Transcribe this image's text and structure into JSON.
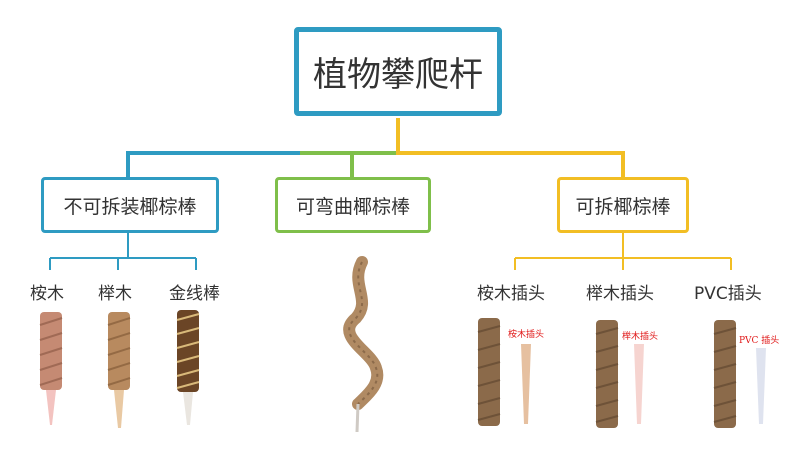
{
  "root": {
    "label": "植物攀爬杆"
  },
  "categories": [
    {
      "label": "不可拆装椰棕棒"
    },
    {
      "label": "可弯曲椰棕棒"
    },
    {
      "label": "可拆椰棕棒"
    }
  ],
  "fixed_items": [
    {
      "label": "桉木"
    },
    {
      "label": "榉木"
    },
    {
      "label": "金线棒"
    }
  ],
  "removable_items": [
    {
      "label": "桉木插头",
      "tag": "桉木插头"
    },
    {
      "label": "榉木插头",
      "tag": "榉木插头"
    },
    {
      "label": "PVC插头",
      "tag": "PVC 插头"
    }
  ],
  "colors": {
    "blue": "#2e9bc2",
    "green": "#7fbf4a",
    "yellow": "#f2be24",
    "coir": "#8b6a4a",
    "pink": "#f3c3c0",
    "tag_red": "#e01818"
  }
}
